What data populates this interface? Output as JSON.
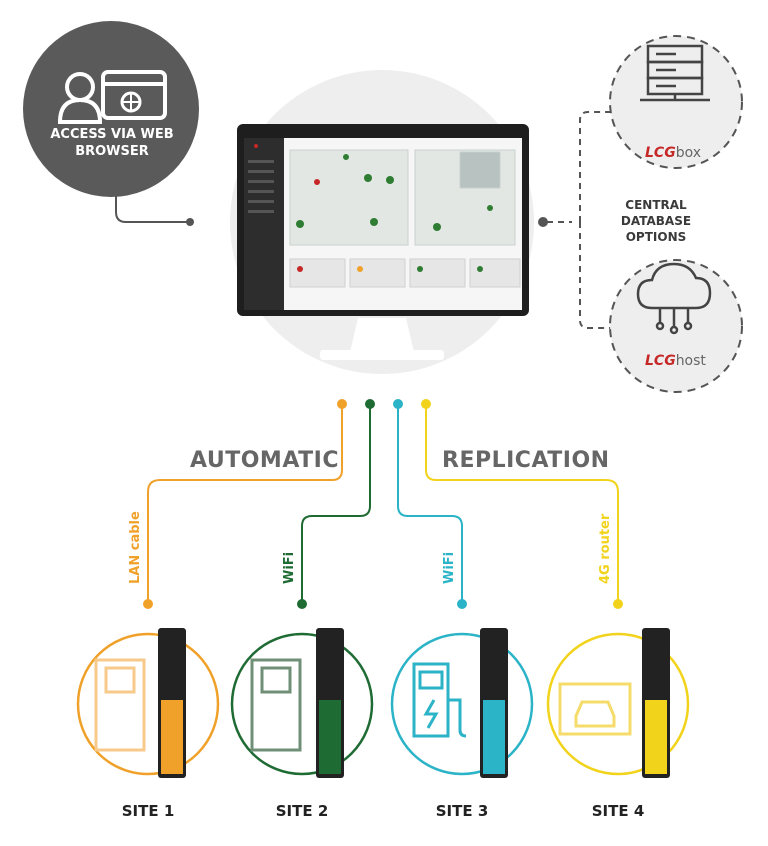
{
  "access": {
    "line1": "ACCESS VIA WEB",
    "line2": "BROWSER"
  },
  "database": {
    "line1": "CENTRAL",
    "line2": "DATABASE",
    "line3": "OPTIONS",
    "box_logo": "LCG",
    "box_suffix": "box",
    "host_logo": "LCG",
    "host_suffix": "host"
  },
  "labels": {
    "automatic": "AUTOMATIC",
    "replication": "REPLICATION"
  },
  "connections": [
    {
      "text": "LAN cable",
      "color": "#f0a12a"
    },
    {
      "text": "WiFi",
      "color": "#1f6b34"
    },
    {
      "text": "WiFi",
      "color": "#2bb3c7"
    },
    {
      "text": "4G router",
      "color": "#f2d31b"
    }
  ],
  "sites": [
    {
      "name": "SITE 1",
      "color": "#f0a12a",
      "icon": "door-icon"
    },
    {
      "name": "SITE 2",
      "color": "#1f6b34",
      "icon": "door-icon"
    },
    {
      "name": "SITE 3",
      "color": "#2bb3c7",
      "icon": "ev-charger-icon"
    },
    {
      "name": "SITE 4",
      "color": "#f2d31b",
      "icon": "garage-car-icon"
    }
  ],
  "colors": {
    "dark_circle": "#5a5a5a",
    "light_circle": "#eeeeee",
    "dashed": "#555555",
    "brand_red": "#c62828"
  }
}
